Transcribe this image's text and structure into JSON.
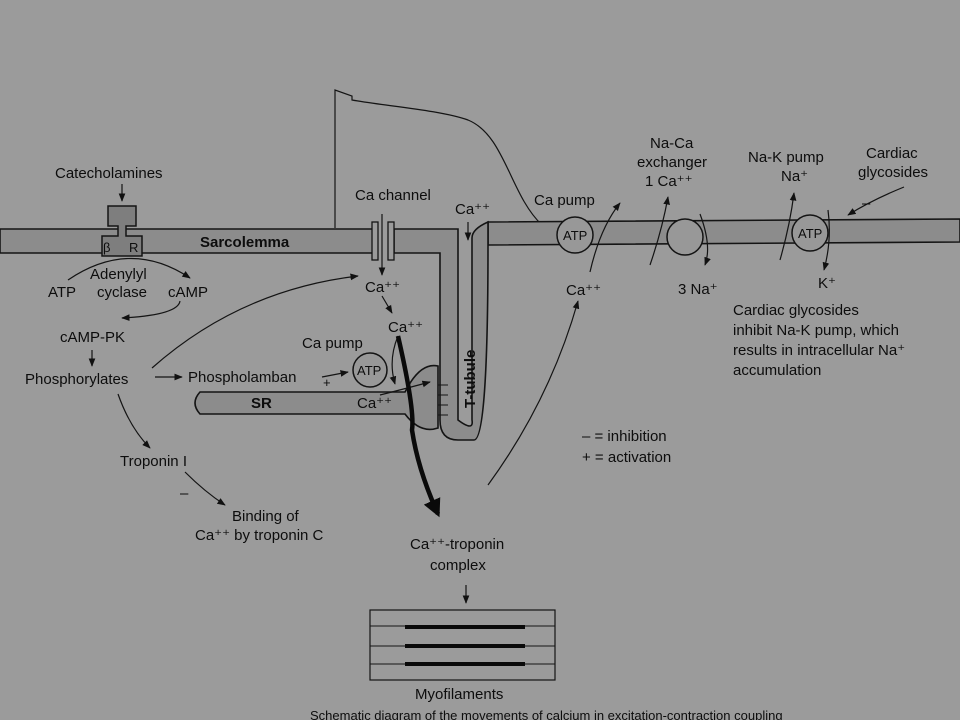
{
  "diagram": {
    "labels": {
      "catecholamines": "Catecholamines",
      "beta": "β",
      "r": "R",
      "sarcolemma": "Sarcolemma",
      "atp_left": "ATP",
      "adenylyl_1": "Adenylyl",
      "adenylyl_2": "cyclase",
      "camp": "cAMP",
      "camp_pk": "cAMP-PK",
      "phosphorylates": "Phosphorylates",
      "phospholamban": "Phospholamban",
      "plus_sign": "+",
      "minus_sign": "–",
      "troponin_i": "Troponin I",
      "binding_1": "Binding of",
      "binding_2": "Ca⁺⁺ by troponin C",
      "ca_channel": "Ca channel",
      "ca_top": "Ca⁺⁺",
      "ca_1": "Ca⁺⁺",
      "ca_2": "Ca⁺⁺",
      "ca_pump_sr": "Ca pump",
      "atp_sr": "ATP",
      "sr": "SR",
      "ca_sr": "Ca⁺⁺",
      "t_tubule": "T-tubule",
      "ca_pump_right": "Ca pump",
      "atp_right": "ATP",
      "ca_right": "Ca⁺⁺",
      "naca_1": "Na-Ca",
      "naca_2": "exchanger",
      "naca_3": "1 Ca⁺⁺",
      "na3": "3 Na⁺",
      "nak_1": "Na-K pump",
      "nak_2": "Na⁺",
      "atp_nak": "ATP",
      "k_ion": "K⁺",
      "glyco_1": "Cardiac",
      "glyco_2": "glycosides",
      "note_1": "Cardiac glycosides",
      "note_2": "inhibit Na-K pump, which",
      "note_3": "results in intracellular Na⁺",
      "note_4": "accumulation",
      "legend_inhibition": "– = inhibition",
      "legend_activation": "+ = activation",
      "troponin_complex_1": "Ca⁺⁺-troponin",
      "troponin_complex_2": "complex",
      "myofilaments": "Myofilaments",
      "caption": "Schematic diagram of the movements of calcium in excitation-contraction coupling"
    }
  }
}
